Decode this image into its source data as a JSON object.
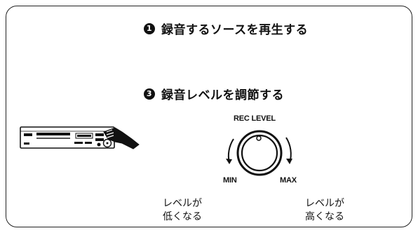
{
  "steps": [
    {
      "number": "1",
      "text": "録音するソースを再生する"
    },
    {
      "number": "3",
      "text": "録音レベルを調節する"
    }
  ],
  "knob": {
    "title": "REC LEVEL",
    "min_label": "MIN",
    "max_label": "MAX"
  },
  "notes": {
    "min_side": [
      "レベルが",
      "低くなる"
    ],
    "max_side": [
      "レベルが",
      "高くなる"
    ]
  },
  "colors": {
    "ink": "#111111",
    "background": "#ffffff"
  },
  "icons": [
    "md-deck-icon",
    "pointing-hand-icon",
    "rec-level-knob-icon",
    "ccw-arrow-icon",
    "cw-arrow-icon"
  ]
}
